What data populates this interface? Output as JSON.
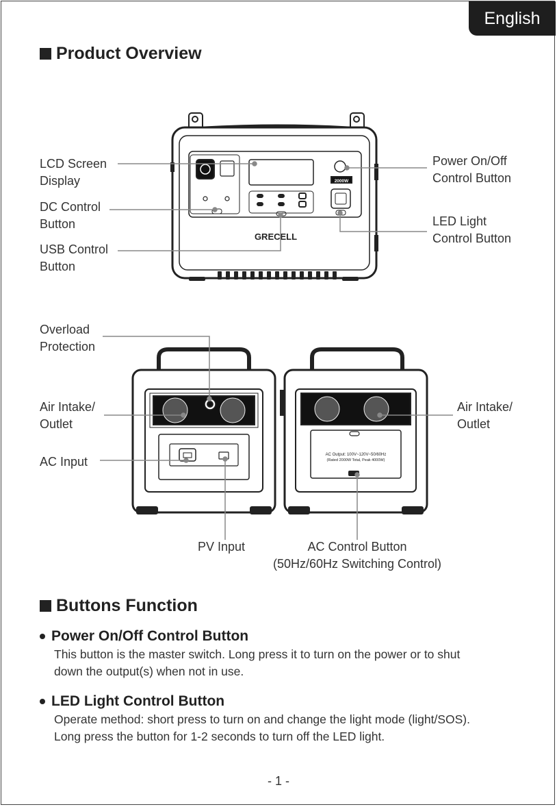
{
  "language_tab": "English",
  "sections": {
    "overview_title": "Product Overview",
    "buttons_title": "Buttons Function"
  },
  "labels": {
    "lcd": [
      "LCD Screen",
      "Display"
    ],
    "dc": [
      "DC Control",
      "Button"
    ],
    "usb": [
      "USB Control",
      "Button"
    ],
    "power": [
      "Power On/Off",
      "Control Button"
    ],
    "led": [
      "LED Light",
      "Control Button"
    ],
    "overload": [
      "Overload",
      "Protection"
    ],
    "air_left": [
      "Air Intake/",
      "Outlet"
    ],
    "ac_input": "AC Input",
    "air_right": [
      "Air Intake/",
      "Outlet"
    ],
    "pv_input": "PV Input",
    "ac_control": [
      "AC Control Button",
      "(50Hz/60Hz Switching Control)"
    ]
  },
  "device_markings": {
    "brand": "GRECELL",
    "wattage": "2000W",
    "ac_output_line1": "AC Output: 100V~120V~50/60Hz",
    "ac_output_line2": "(Rated 2000W Total, Peak 4000W)"
  },
  "functions": [
    {
      "heading": "Power On/Off Control Button",
      "text": [
        "This button is the master switch. Long press it to turn on the power or to shut",
        "down the output(s) when not in use."
      ]
    },
    {
      "heading": "LED Light Control Button",
      "text": [
        "Operate method: short press to turn on and change the light mode (light/SOS).",
        "Long press the button for 1-2 seconds to turn off the LED light."
      ]
    }
  ],
  "page_number": "- 1 -"
}
